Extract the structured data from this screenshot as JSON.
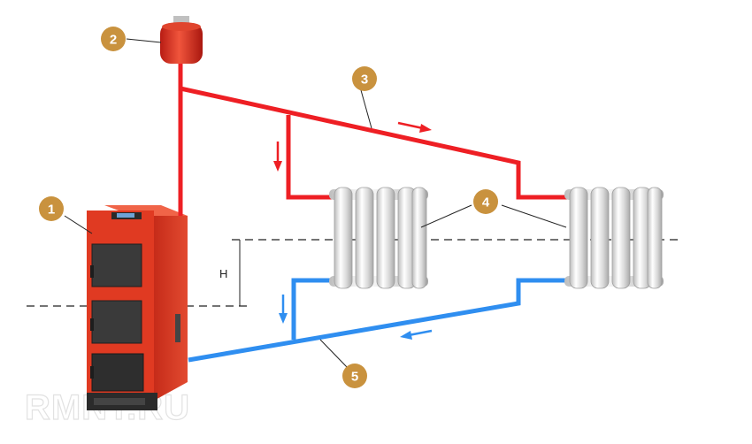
{
  "colors": {
    "supply": "#ee1f24",
    "return": "#2f8ef0",
    "marker": "#c9923e",
    "boiler_body": "#d9321f",
    "boiler_door": "#3a3a3a",
    "dash": "#222222"
  },
  "markers": [
    "1",
    "2",
    "3",
    "4",
    "5"
  ],
  "height_label": "H",
  "watermark": "RMNT.RU"
}
